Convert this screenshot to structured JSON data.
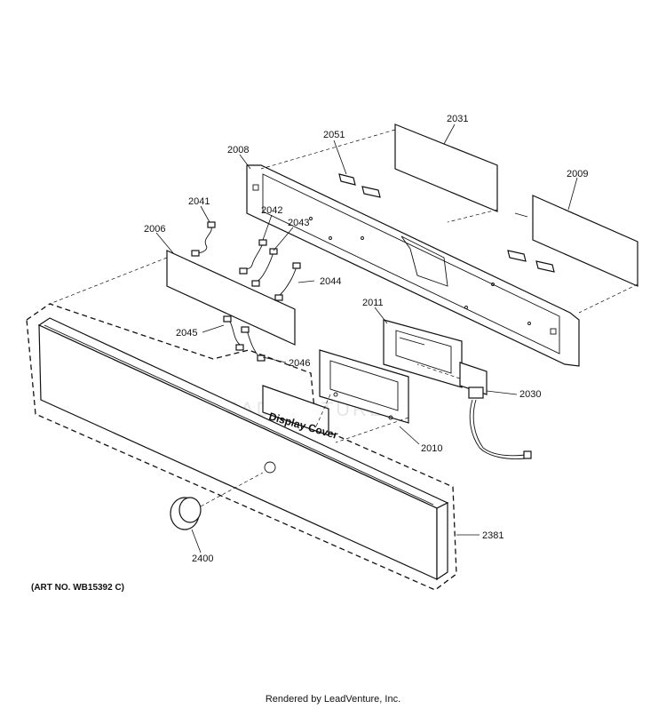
{
  "callouts": {
    "c2031": "2031",
    "c2051": "2051",
    "c2008": "2008",
    "c2009": "2009",
    "c2041": "2041",
    "c2042": "2042",
    "c2043": "2043",
    "c2006": "2006",
    "c2044": "2044",
    "c2011": "2011",
    "c2045": "2045",
    "c2046": "2046",
    "c2030": "2030",
    "c2010": "2010",
    "c2381": "2381",
    "c2400": "2400"
  },
  "display_cover_label": "Display Cover",
  "art_no": "(ART NO. WB15392 C)",
  "footer": "Rendered by LeadVenture, Inc.",
  "watermark_text": "LEADVENTURE",
  "colors": {
    "line": "#111111",
    "background": "#ffffff",
    "watermark": "#e6e6e6"
  }
}
